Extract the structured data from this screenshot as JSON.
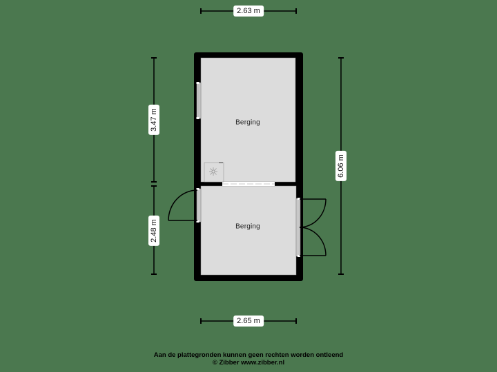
{
  "colors": {
    "background": "#4b784f",
    "wall": "#000000",
    "floor": "#dcdcdc",
    "dimension_line": "#000000",
    "label_bg": "#ffffff"
  },
  "dimensions": {
    "top_width": "2.63 m",
    "bottom_width": "2.65 m",
    "left_upper_height": "3.47 m",
    "left_lower_height": "2.48 m",
    "right_total_height": "6.06 m"
  },
  "rooms": [
    {
      "label": "Berging"
    },
    {
      "label": "Berging"
    }
  ],
  "fixtures": {
    "upper_room_icon": "fan-icon"
  },
  "footer": {
    "line1": "Aan de plattegronden kunnen geen rechten worden ontleend",
    "line2": "© Zibber www.zibber.nl"
  }
}
